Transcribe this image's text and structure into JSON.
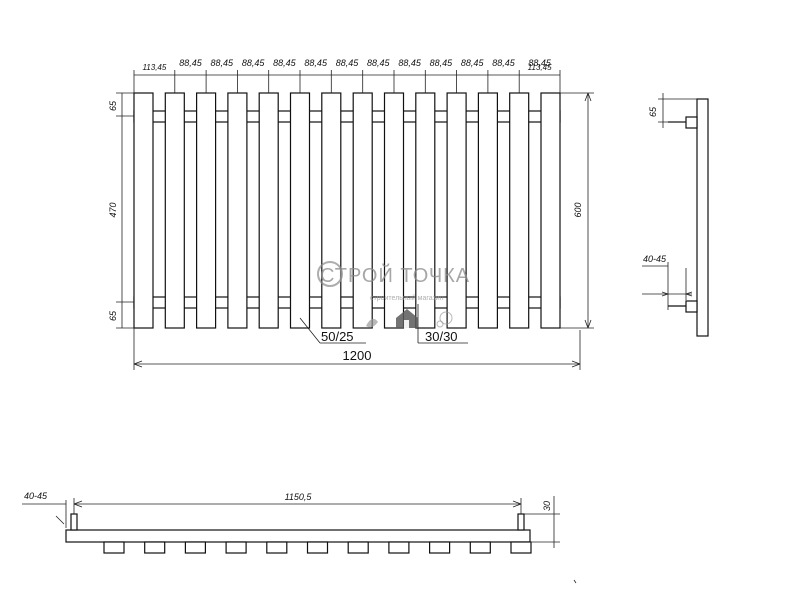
{
  "front_view": {
    "top_dims": [
      "113,45",
      "88,45",
      "88,45",
      "88,45",
      "88,45",
      "88,45",
      "88,45",
      "88,45",
      "88,45",
      "88,45",
      "88,45",
      "88,45",
      "88,45",
      "113,45"
    ],
    "left_dims": {
      "top": "65",
      "middle": "470",
      "bottom": "65"
    },
    "height_dim": "600",
    "width_dim": "1200",
    "picket_label": "50/25",
    "rail_label": "30/30"
  },
  "side_view": {
    "top_dim": "65",
    "offset_dim": "40-45"
  },
  "top_view": {
    "offset_dim": "40-45",
    "length_dim": "1150,5",
    "depth_dim": "30"
  },
  "watermark": {
    "title": "СТРОЙ ТОЧКА",
    "subtitle": "строительный магазин"
  },
  "colors": {
    "line": "#111111",
    "watermark": "#8a8a8a"
  },
  "icons": [
    "house-icon",
    "leaf-icon",
    "drop-icon"
  ]
}
